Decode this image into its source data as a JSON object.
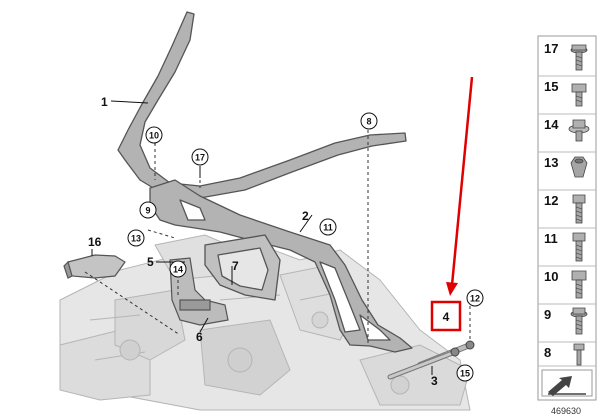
{
  "diagram": {
    "labels": {
      "l1": "1",
      "l2": "2",
      "l3": "3",
      "l4": "4",
      "l5": "5",
      "l6": "6",
      "l7": "7",
      "l16": "16",
      "c8": "8",
      "c9": "9",
      "c10": "10",
      "c11": "11",
      "c12": "12",
      "c13": "13",
      "c14": "14",
      "c15": "15",
      "c17": "17"
    }
  },
  "parts_panel": {
    "items": [
      {
        "number": "17",
        "icon": "flange-bolt-large-icon"
      },
      {
        "number": "15",
        "icon": "hex-bolt-short-icon"
      },
      {
        "number": "14",
        "icon": "washer-bolt-icon"
      },
      {
        "number": "13",
        "icon": "hex-nut-icon"
      },
      {
        "number": "12",
        "icon": "hex-bolt-long-icon"
      },
      {
        "number": "11",
        "icon": "hex-bolt-long-icon"
      },
      {
        "number": "10",
        "icon": "hex-bolt-medium-icon"
      },
      {
        "number": "9",
        "icon": "flange-bolt-icon"
      },
      {
        "number": "8",
        "icon": "screw-long-icon"
      }
    ],
    "footer_icon": "arrow-symbol-icon"
  },
  "highlight": {
    "color": "#e10000"
  },
  "doc_id": "469630"
}
